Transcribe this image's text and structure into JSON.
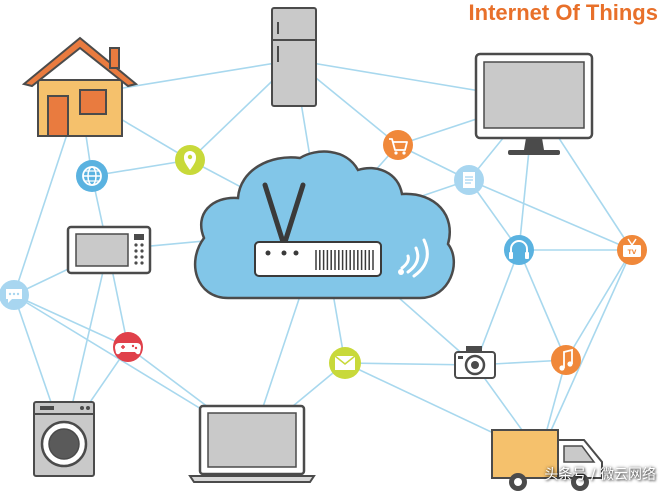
{
  "title": "Internet Of Things",
  "watermark": "头条号 / 微云网络",
  "colors": {
    "title": "#e8702a",
    "line": "#a8d8ee",
    "cloud_fill": "#82c6e8",
    "cloud_stroke": "#4b4b4b",
    "orange": "#f0883a",
    "blue": "#5ab2e0",
    "yellow": "#c8d93a",
    "red": "#e0404a",
    "light_blue": "#a8d6f0",
    "house_wall": "#f5c16c",
    "house_roof": "#e97b3f",
    "device_gray": "#c9c9c9",
    "truck_body": "#f5c16c"
  },
  "nodes": [
    {
      "id": "house",
      "icon": "house-icon"
    },
    {
      "id": "fridge",
      "icon": "refrigerator-icon"
    },
    {
      "id": "monitor",
      "icon": "monitor-icon"
    },
    {
      "id": "cloud",
      "icon": "cloud-icon"
    },
    {
      "id": "router",
      "icon": "router-icon"
    },
    {
      "id": "microwave",
      "icon": "microwave-icon"
    },
    {
      "id": "washer",
      "icon": "washing-machine-icon"
    },
    {
      "id": "laptop",
      "icon": "laptop-icon"
    },
    {
      "id": "truck",
      "icon": "truck-icon"
    },
    {
      "id": "globe",
      "icon": "globe-icon"
    },
    {
      "id": "location",
      "icon": "location-pin-icon"
    },
    {
      "id": "cart",
      "icon": "shopping-cart-icon"
    },
    {
      "id": "document",
      "icon": "document-icon"
    },
    {
      "id": "headphones",
      "icon": "headphones-icon"
    },
    {
      "id": "tv",
      "icon": "tv-icon"
    },
    {
      "id": "chat",
      "icon": "chat-bubble-icon"
    },
    {
      "id": "gamepad",
      "icon": "gamepad-icon"
    },
    {
      "id": "mail",
      "icon": "mail-icon"
    },
    {
      "id": "camera",
      "icon": "camera-icon"
    },
    {
      "id": "music",
      "icon": "music-note-icon"
    }
  ],
  "connections": [
    [
      "house",
      "fridge"
    ],
    [
      "house",
      "globe"
    ],
    [
      "house",
      "location"
    ],
    [
      "house",
      "chat"
    ],
    [
      "fridge",
      "location"
    ],
    [
      "fridge",
      "cart"
    ],
    [
      "fridge",
      "cloud"
    ],
    [
      "fridge",
      "monitor"
    ],
    [
      "globe",
      "location"
    ],
    [
      "globe",
      "microwave"
    ],
    [
      "location",
      "cloud"
    ],
    [
      "microwave",
      "cloud"
    ],
    [
      "microwave",
      "chat"
    ],
    [
      "microwave",
      "gamepad"
    ],
    [
      "microwave",
      "washer"
    ],
    [
      "chat",
      "gamepad"
    ],
    [
      "chat",
      "laptop"
    ],
    [
      "chat",
      "washer"
    ],
    [
      "gamepad",
      "washer"
    ],
    [
      "gamepad",
      "laptop"
    ],
    [
      "cart",
      "monitor"
    ],
    [
      "cart",
      "document"
    ],
    [
      "cart",
      "cloud"
    ],
    [
      "document",
      "monitor"
    ],
    [
      "document",
      "cloud"
    ],
    [
      "document",
      "headphones"
    ],
    [
      "document",
      "tv"
    ],
    [
      "monitor",
      "headphones"
    ],
    [
      "monitor",
      "tv"
    ],
    [
      "headphones",
      "camera"
    ],
    [
      "headphones",
      "music"
    ],
    [
      "headphones",
      "tv"
    ],
    [
      "tv",
      "music"
    ],
    [
      "tv",
      "truck"
    ],
    [
      "cloud",
      "camera"
    ],
    [
      "cloud",
      "mail"
    ],
    [
      "cloud",
      "laptop"
    ],
    [
      "mail",
      "laptop"
    ],
    [
      "mail",
      "camera"
    ],
    [
      "mail",
      "truck"
    ],
    [
      "camera",
      "music"
    ],
    [
      "camera",
      "truck"
    ],
    [
      "music",
      "truck"
    ]
  ]
}
